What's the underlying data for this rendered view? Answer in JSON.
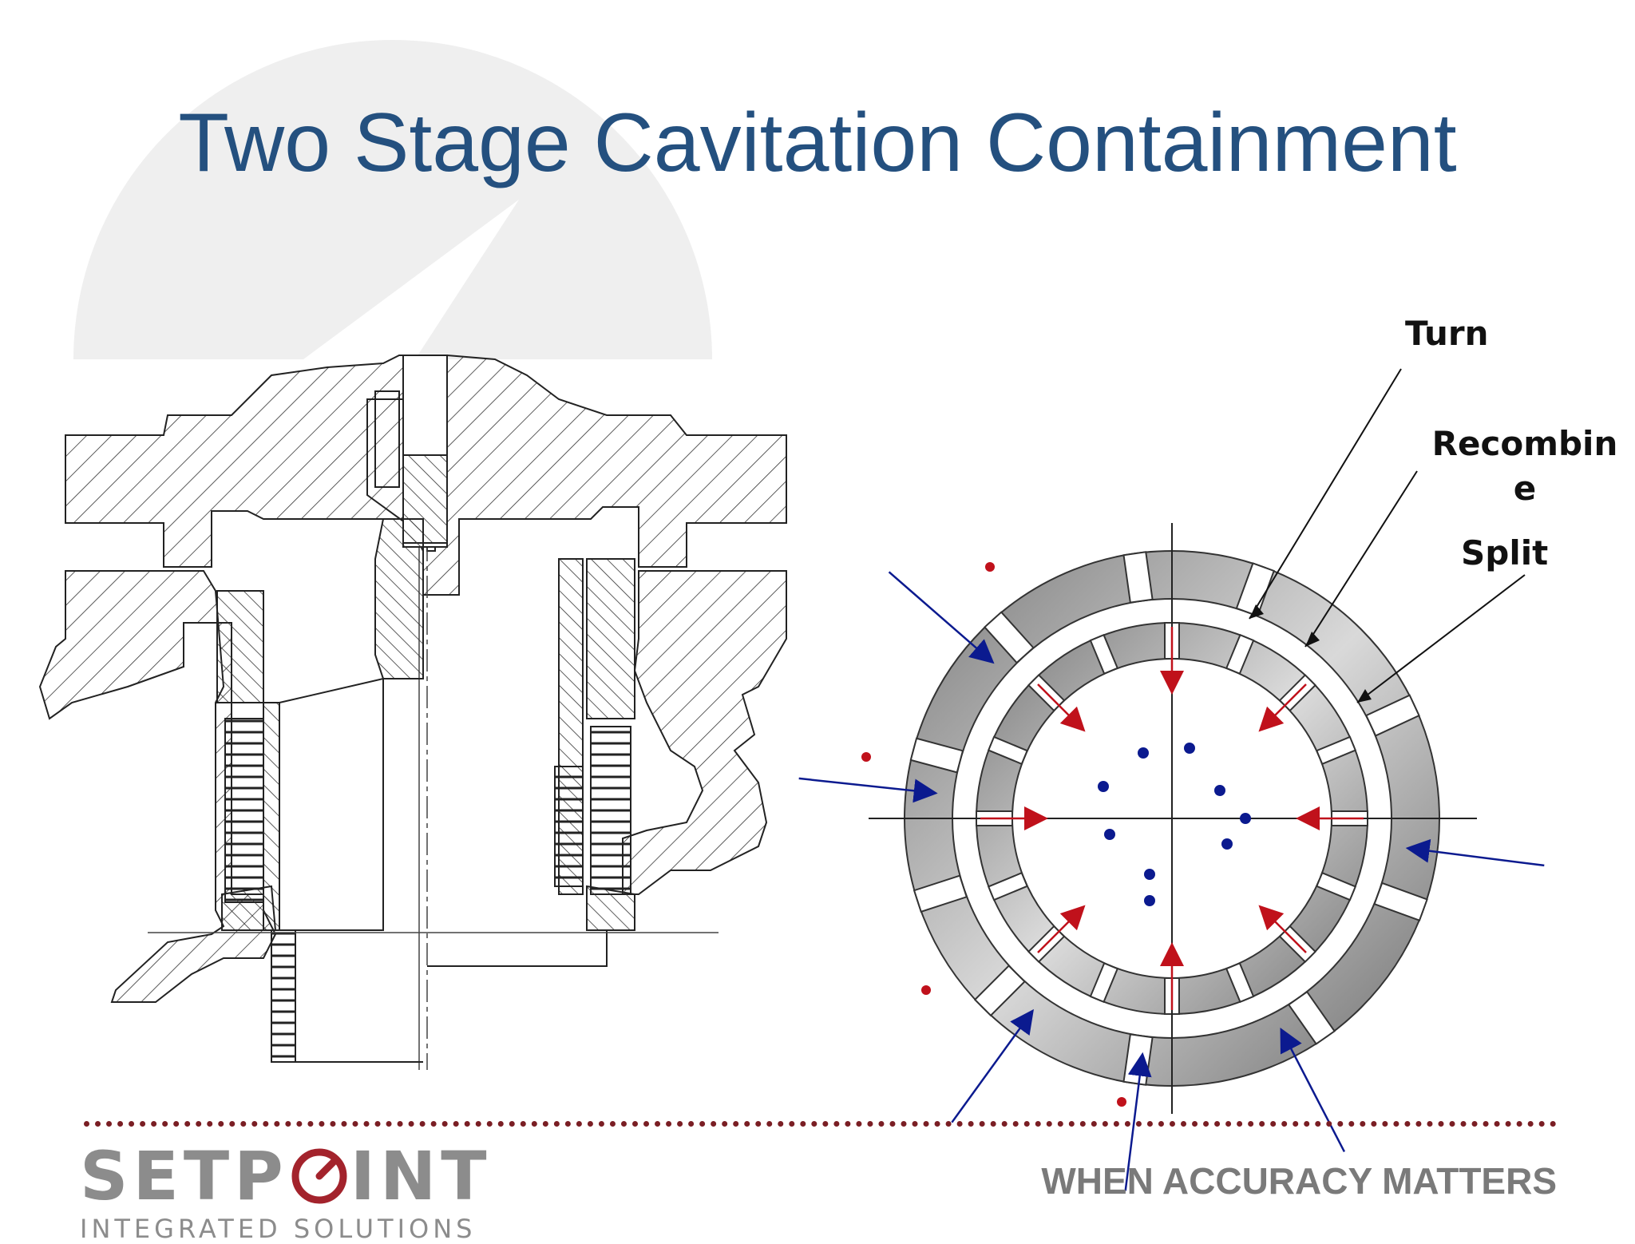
{
  "slide": {
    "title": "Two Stage Cavitation Containment"
  },
  "diagram": {
    "labels": {
      "turn": "Turn",
      "recombine_line1": "Recombin",
      "recombine_line2": "e",
      "split": "Split"
    }
  },
  "footer": {
    "logo_main_left": "SETP",
    "logo_main_right": "INT",
    "logo_sub": "INTEGRATED SOLUTIONS",
    "tagline": "WHEN ACCURACY MATTERS"
  },
  "colors": {
    "title": "#24507f",
    "divider": "#7a1e24",
    "logo_gray": "#8c8c8c",
    "logo_red": "#a3232c",
    "arrow_red": "#c0111b",
    "arrow_blue": "#0b1a8f"
  }
}
